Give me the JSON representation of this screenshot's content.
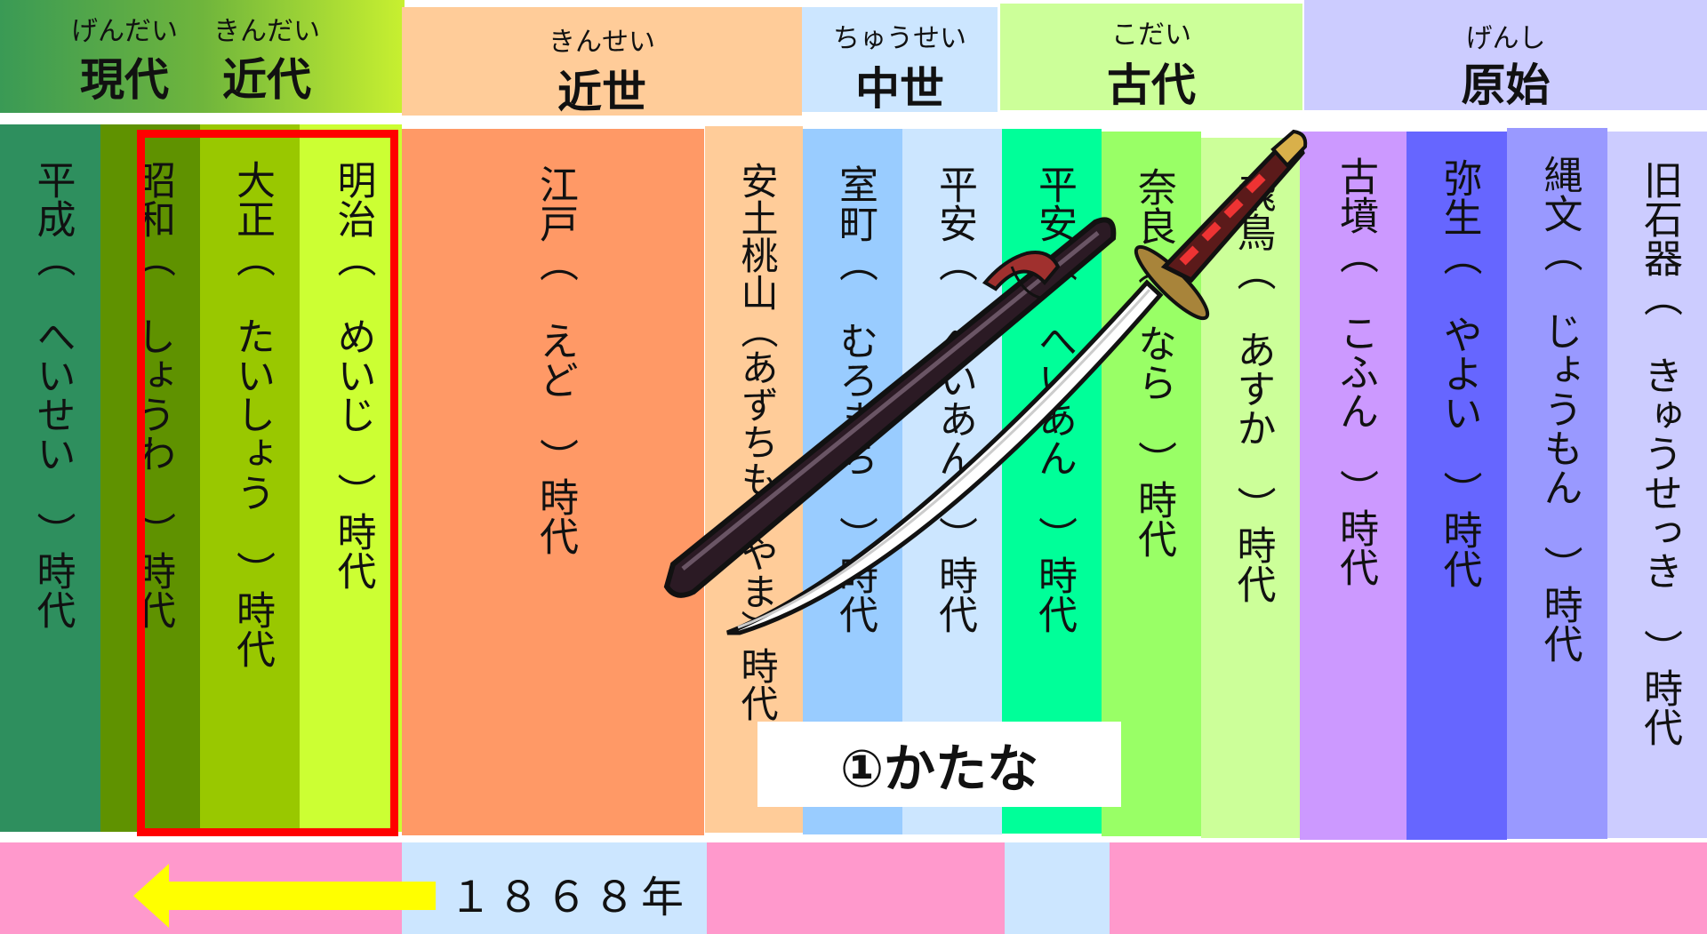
{
  "headers": {
    "gendai": {
      "ruby": "げんだい",
      "label": "現代"
    },
    "kindai": {
      "ruby": "きんだい",
      "label": "近代"
    },
    "kinsei": {
      "ruby": "きんせい",
      "label": "近世"
    },
    "chusei": {
      "ruby": "ちゅうせい",
      "label": "中世"
    },
    "kodai": {
      "ruby": "こだい",
      "label": "古代"
    },
    "genshi": {
      "ruby": "げんし",
      "label": "原始"
    }
  },
  "eras": [
    {
      "name": "era-heisei",
      "text": "平成（　へいせい　）時代",
      "color": "#2e8f5e"
    },
    {
      "name": "era-showa",
      "text": "昭和（　しょうわ　）時代",
      "color": "#5f9200"
    },
    {
      "name": "era-taisho",
      "text": "大正（　たいしょう　）時代",
      "color": "#99c800"
    },
    {
      "name": "era-meiji",
      "text": "明治（　めいじ　）時代",
      "color": "#ccff33"
    },
    {
      "name": "era-edo",
      "text": "江戸（　えど　）時代",
      "color": "#ff9966"
    },
    {
      "name": "era-azuchi-momoyama",
      "text": "安土桃山（あずちももやま）時代",
      "color": "#ffcc99"
    },
    {
      "name": "era-muromachi",
      "text": "室町（　むろまち　）時代",
      "color": "#99ccff"
    },
    {
      "name": "era-heian-1",
      "text": "平安（　へいあん　）時代",
      "color": "#cce6ff"
    },
    {
      "name": "era-heian-2",
      "text": "平安（　へいあん　）時代",
      "color": "#00ff99"
    },
    {
      "name": "era-nara",
      "text": "奈良（　なら　）時代",
      "color": "#99ff66"
    },
    {
      "name": "era-asuka",
      "text": "飛鳥（　あすか　）時代",
      "color": "#ccff99"
    },
    {
      "name": "era-kofun",
      "text": "古墳（　こふん　）時代",
      "color": "#cc99ff"
    },
    {
      "name": "era-yayoi",
      "text": "弥生（　やよい　）時代",
      "color": "#6666ff"
    },
    {
      "name": "era-jomon",
      "text": "縄文（　じょうもん　）時代",
      "color": "#9999ff"
    },
    {
      "name": "era-kyusekki",
      "text": "旧石器（　きゅうせっき　）時代",
      "color": "#ccccff"
    }
  ],
  "question_label": "①かたな",
  "year_label": "１８６８年",
  "arrow_direction": "left",
  "image_subject": "katana sword and scabbard",
  "colors": {
    "highlight_border": "#ff0000",
    "bottom_bar": "#ff99cc",
    "bottom_light": "#cce6ff",
    "arrow": "#ffff00"
  }
}
